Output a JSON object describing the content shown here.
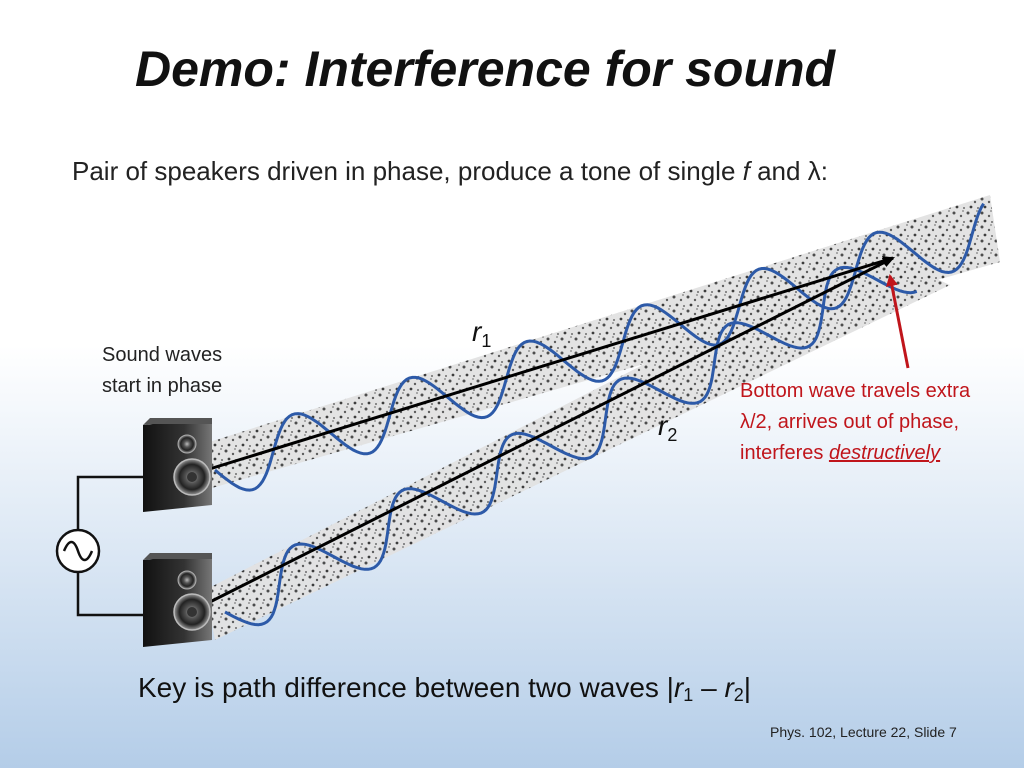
{
  "slide": {
    "title": "Demo: Interference for sound",
    "subtitle_prefix": "Pair of speakers driven in phase, produce a tone of single ",
    "subtitle_f": "f",
    "subtitle_suffix": " and λ:",
    "left_note_line1": "Sound waves",
    "left_note_line2": "start in phase",
    "r1_letter": "r",
    "r1_sub": "1",
    "r2_letter": "r",
    "r2_sub": "2",
    "right_note_line1": "Bottom wave travels extra",
    "right_note_line2": "λ/2, arrives out of phase,",
    "right_note_line3_prefix": "interferes ",
    "right_note_line3_emph": "destructively",
    "footer_prefix": "Key is path difference between two waves |",
    "footer_r1": "r",
    "footer_sub1": "1",
    "footer_minus": " – ",
    "footer_r2": "r",
    "footer_sub2": "2",
    "footer_suffix": "|",
    "credit": "Phys. 102, Lecture 22, Slide 7"
  },
  "colors": {
    "wave": "#2d5aa8",
    "annotation": "#c0151b",
    "arrow": "#000000",
    "beam": "#d8d8d8"
  },
  "icons": [
    "speaker-top-icon",
    "speaker-bottom-icon",
    "ac-source-icon"
  ]
}
